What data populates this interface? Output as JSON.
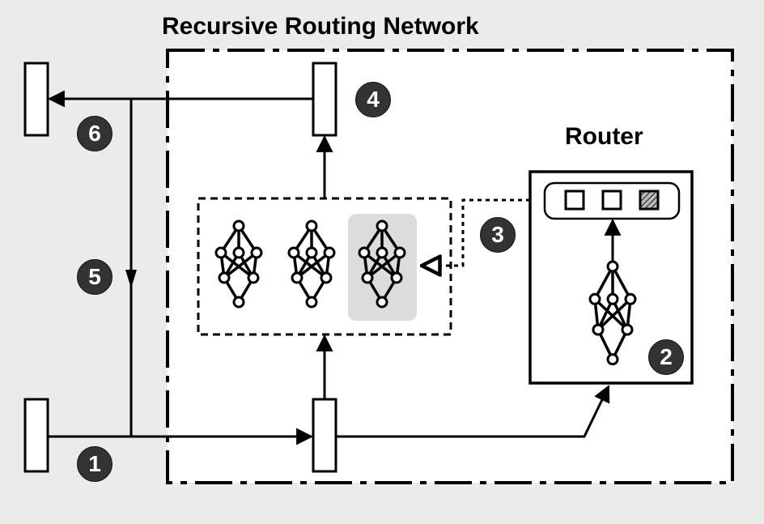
{
  "diagram": {
    "title": "Recursive Routing Network",
    "router_label": "Router",
    "badges": {
      "step1": "1",
      "step2": "2",
      "step3": "3",
      "step4": "4",
      "step5": "5",
      "step6": "6"
    },
    "colors": {
      "background": "#ebebeb",
      "panel": "#ffffff",
      "stroke": "#000000",
      "badge_fill": "#333333",
      "badge_text": "#ffffff",
      "selected_module_highlight": "#dcdcde"
    },
    "modules": [
      {
        "name": "module-1",
        "selected": false
      },
      {
        "name": "module-2",
        "selected": false
      },
      {
        "name": "module-3",
        "selected": true
      }
    ],
    "router_choices": [
      {
        "name": "choice-1",
        "selected": false
      },
      {
        "name": "choice-2",
        "selected": false
      },
      {
        "name": "choice-3",
        "selected": true
      }
    ]
  }
}
